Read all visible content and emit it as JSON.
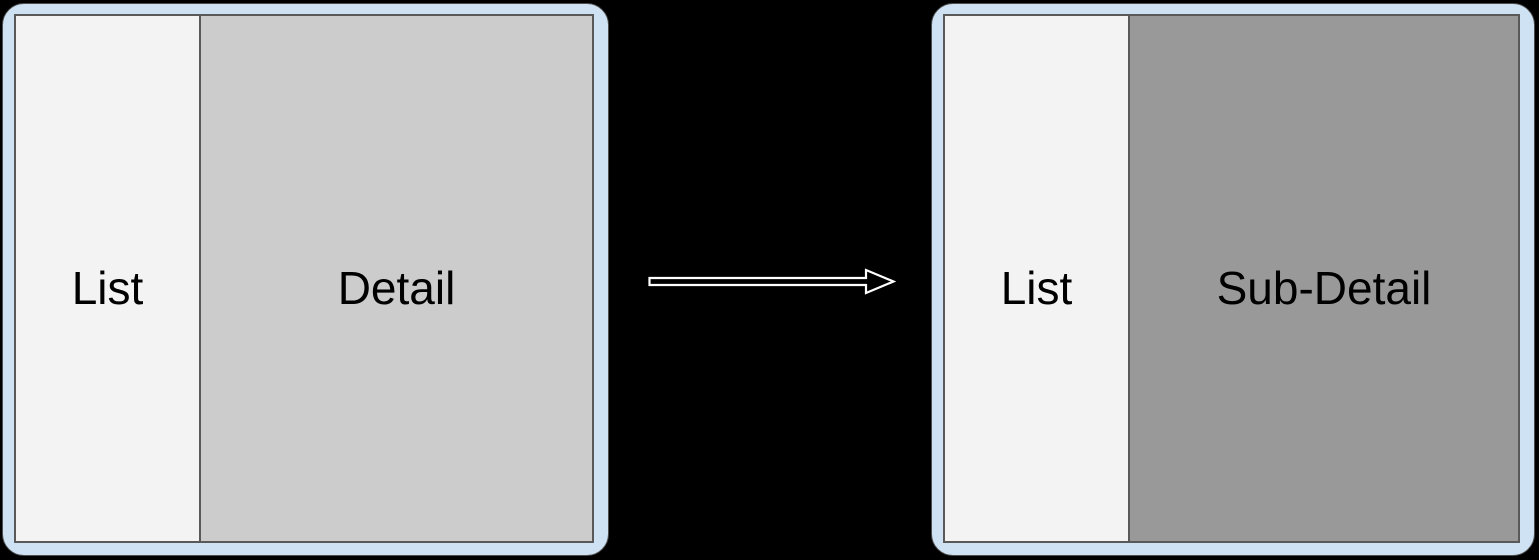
{
  "diagram": {
    "title_implicit": "list-detail layout transition",
    "before": {
      "list_label": "List",
      "detail_label": "Detail",
      "detail_bg": "#cccccc"
    },
    "after": {
      "list_label": "List",
      "detail_label": "Sub-Detail",
      "detail_bg": "#999999"
    },
    "arrow": {
      "icon": "arrow-right-icon",
      "direction": "right"
    }
  },
  "colors": {
    "background": "#000000",
    "frame_fill": "#cfe2f3",
    "frame_border": "#4d4d4d",
    "panel_border": "#595959",
    "list_bg": "#f3f3f3",
    "text": "#000000",
    "arrow_stroke": "#ffffff",
    "arrow_fill": "#000000"
  }
}
